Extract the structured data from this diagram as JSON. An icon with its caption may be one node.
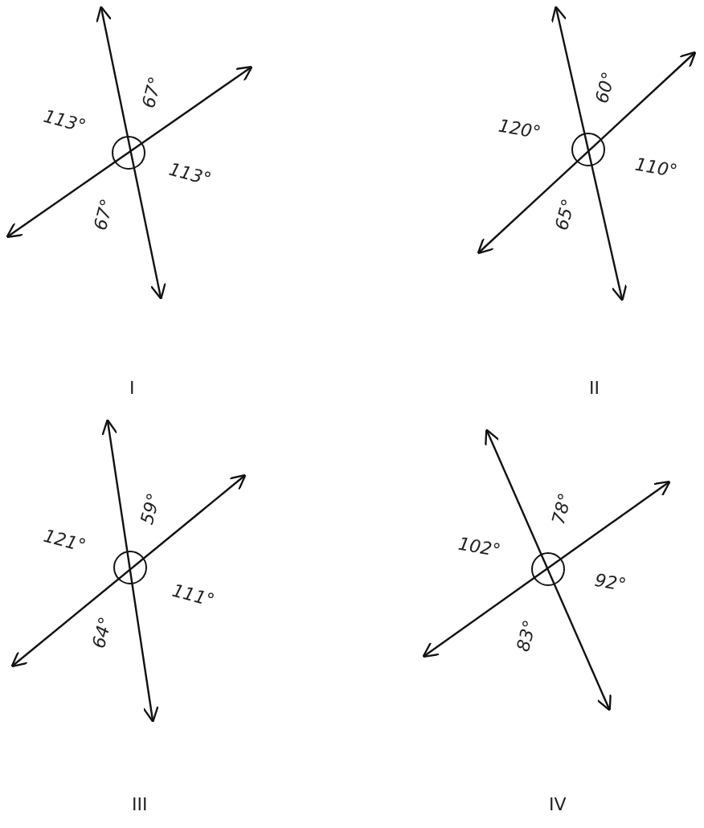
{
  "diagram": {
    "labels": [
      "67°",
      "113°",
      "113°",
      "67°",
      "60°",
      "120°",
      "110°",
      "65°",
      "I",
      "II",
      "59°",
      "121°",
      "111°",
      "64°",
      "78°",
      "102°",
      "92°",
      "83°",
      "III",
      "IV"
    ]
  }
}
